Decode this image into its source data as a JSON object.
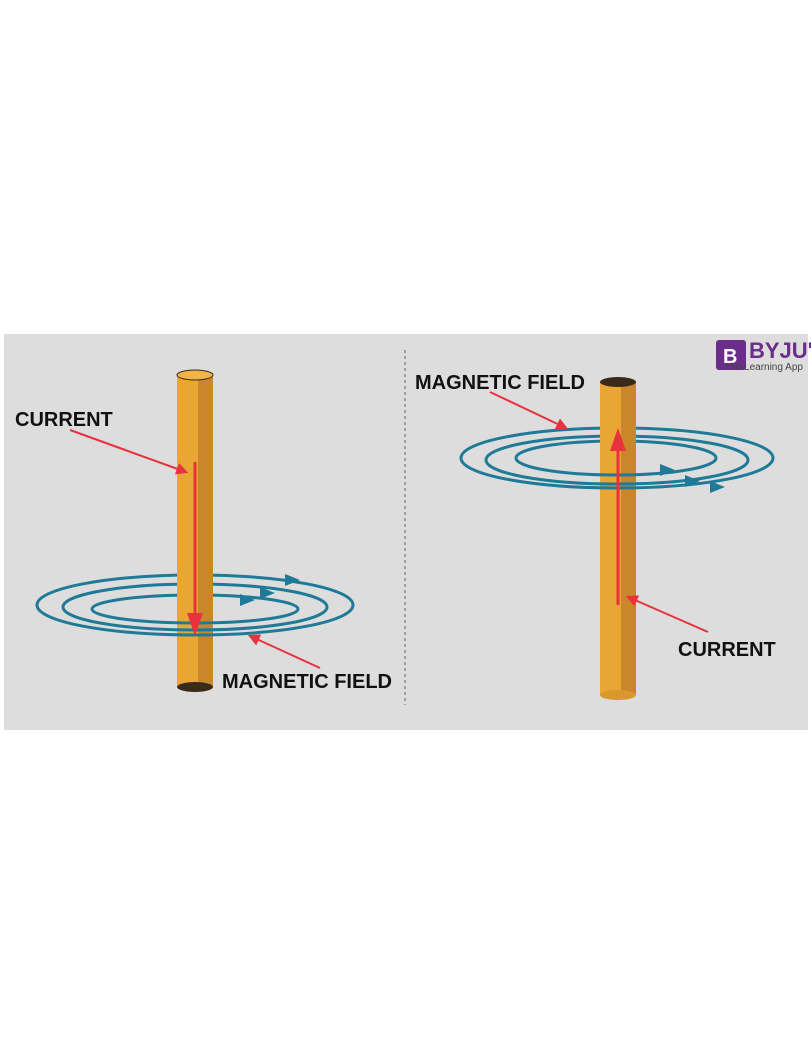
{
  "panels": {
    "left": {
      "current_label": "CURRENT",
      "field_label": "MAGNETIC FIELD"
    },
    "right": {
      "current_label": "CURRENT",
      "field_label": "MAGNETIC FIELD"
    }
  },
  "logo": {
    "brand": "BYJU'S",
    "tagline": "The Learning App",
    "mark": "B"
  },
  "colors": {
    "background": "#dddddd",
    "wire": "#e9a633",
    "wire_shade": "#c9862a",
    "field_lines": "#1f7a98",
    "current_arrow": "#e8323d",
    "brand": "#6b2d8a"
  },
  "icons": {
    "logo_mark": "byjus-logo-icon"
  }
}
